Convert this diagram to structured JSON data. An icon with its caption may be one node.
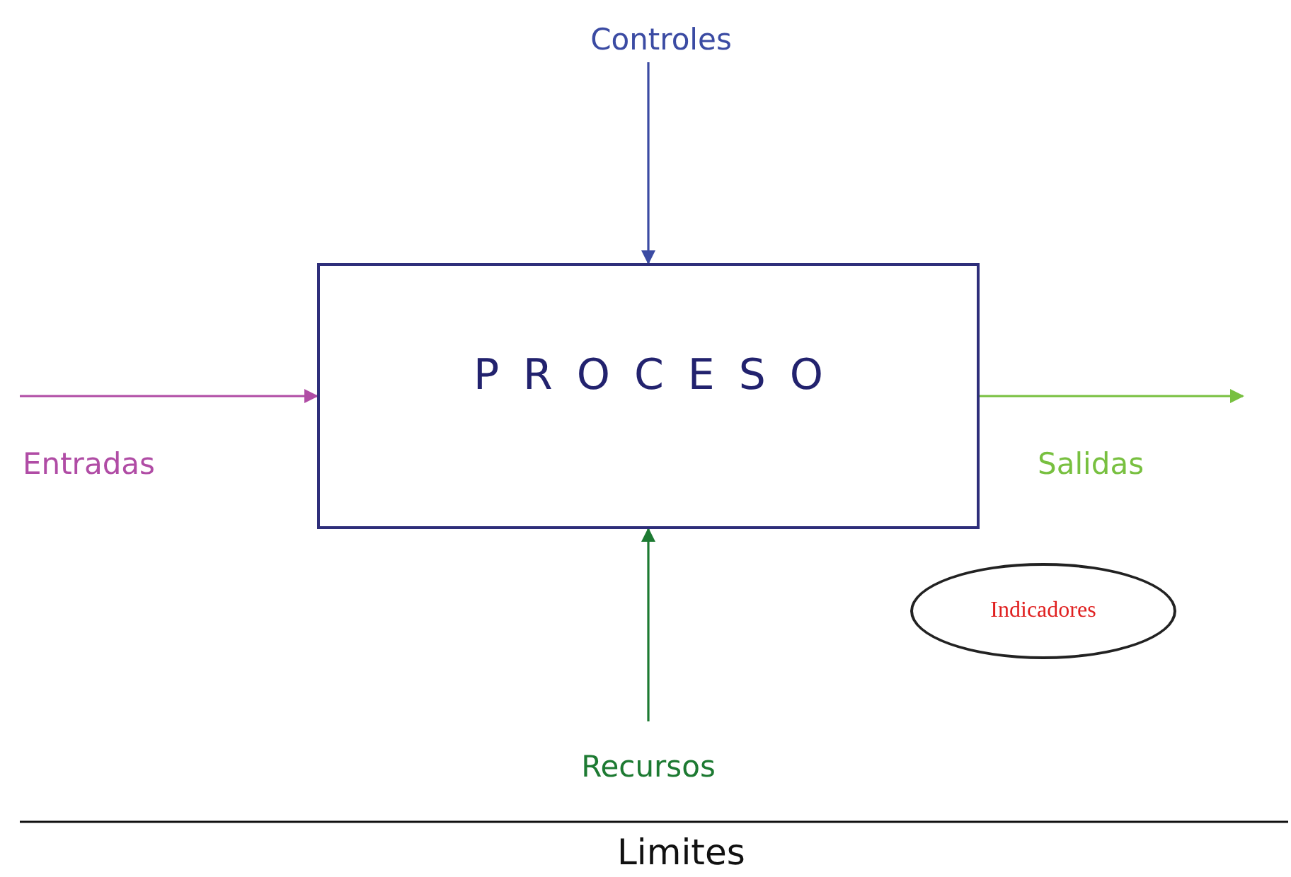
{
  "diagram": {
    "nodes": [
      {
        "text": [
          "Controles"
        ]
      },
      {
        "text": [
          "PROCESO"
        ]
      },
      {
        "text": [
          "Recursos"
        ]
      },
      {
        "text": [
          "Indicadores"
        ]
      }
    ],
    "edges": [
      {
        "from": 0,
        "to": 1,
        "arrow": "to",
        "color": "#3b4ba3"
      },
      {
        "from": null,
        "to": 1,
        "arrow": "to",
        "label": "Entradas",
        "color": "#b04ca5"
      },
      {
        "from": 1,
        "to": null,
        "arrow": "to",
        "label": "Salidas",
        "color": "#78c040"
      },
      {
        "from": 2,
        "to": 1,
        "arrow": "to",
        "color": "#1d7a32"
      }
    ],
    "labels": [
      "Limites"
    ]
  }
}
